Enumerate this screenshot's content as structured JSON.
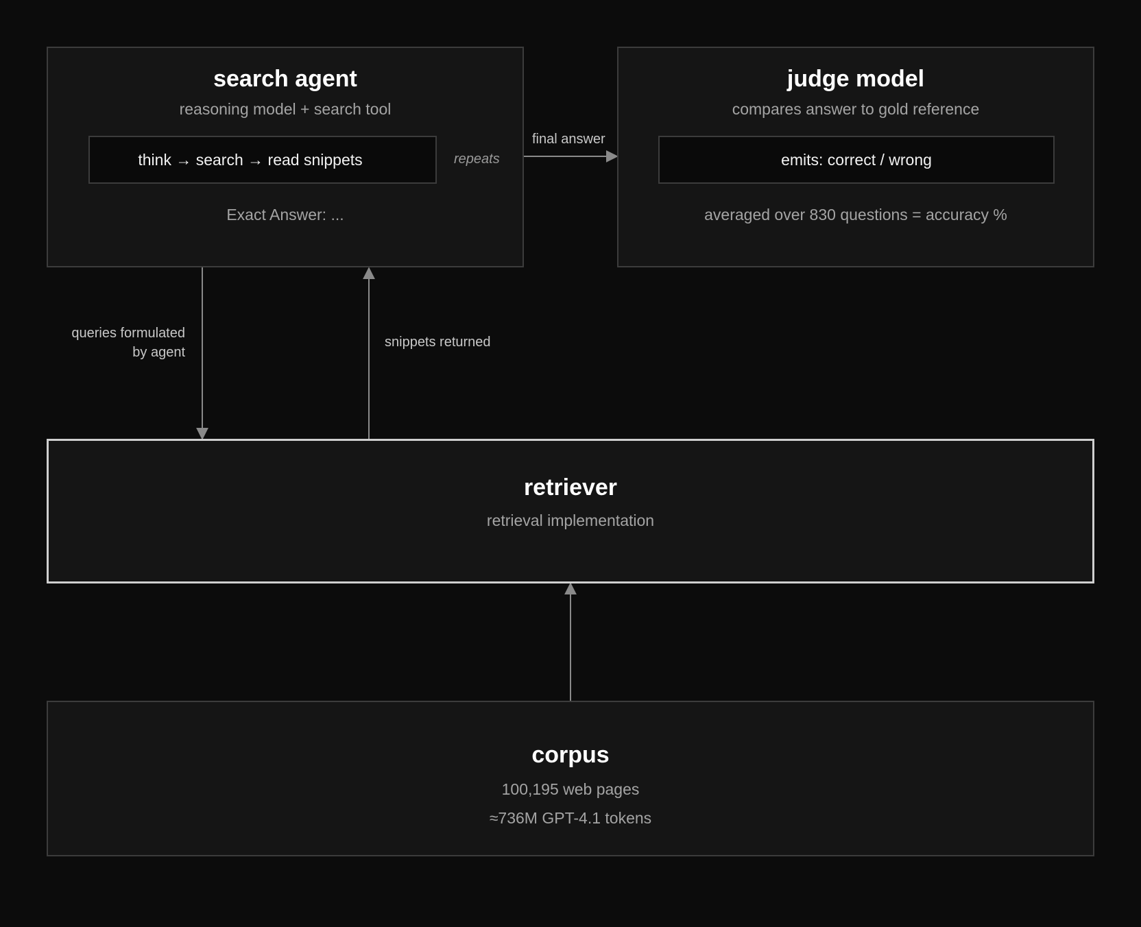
{
  "search_agent": {
    "title": "search agent",
    "subtitle": "reasoning model + search tool",
    "loop_text": "think → search → read snippets",
    "loop_note": "repeats",
    "output_text": "Exact Answer: ..."
  },
  "judge_model": {
    "title": "judge model",
    "subtitle": "compares answer to gold reference",
    "emits_text": "emits: correct / wrong",
    "summary_text": "averaged over 830 questions = accuracy %"
  },
  "retriever": {
    "title": "retriever",
    "subtitle": "retrieval implementation"
  },
  "corpus": {
    "title": "corpus",
    "line1": "100,195 web pages",
    "line2": "≈736M GPT-4.1 tokens"
  },
  "edges": {
    "final_answer": "final answer",
    "queries_line1": "queries formulated",
    "queries_line2": "by agent",
    "snippets_returned": "snippets returned"
  },
  "colors": {
    "background": "#0c0c0c",
    "box_fill": "#151515",
    "box_border": "#3c3c3c",
    "retriever_border": "#cfcfcf",
    "arrow": "#8a8a8a"
  }
}
